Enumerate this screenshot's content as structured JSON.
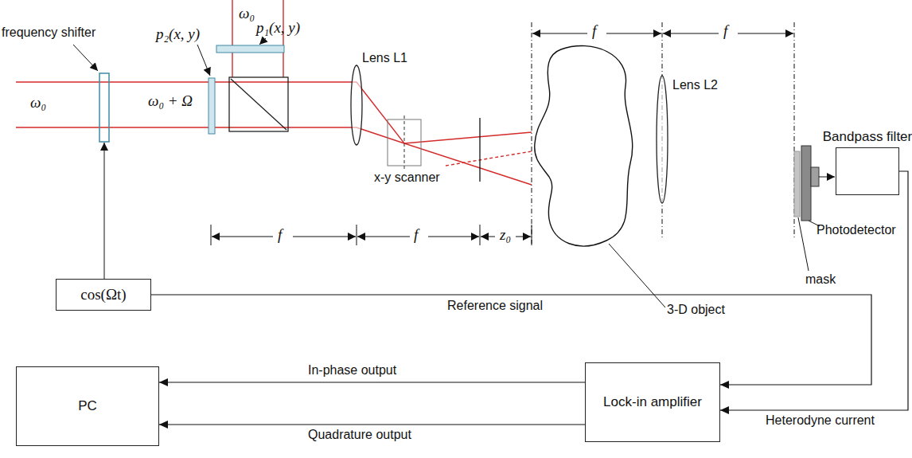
{
  "diagram": {
    "nodes": [
      {
        "text": [
          "Bandpass filter"
        ]
      },
      {
        "text": [
          "cos(Ωt)"
        ]
      },
      {
        "text": [
          "PC"
        ]
      },
      {
        "text": [
          "Lock-in amplifier"
        ]
      }
    ],
    "edges": [
      {
        "from": 1,
        "to": 3,
        "label": "Reference signal",
        "arrow": "to"
      },
      {
        "from": 3,
        "to": 2,
        "label": "In-phase output",
        "arrow": "to"
      },
      {
        "from": 0,
        "to": 3,
        "label": "Heterodyne current",
        "arrow": "to"
      },
      {
        "from": 3,
        "to": 2,
        "label": "Quadrature output",
        "arrow": "to"
      }
    ],
    "labels": [
      "frequency shifter",
      "ω₀",
      "p₂(x, y)",
      "p₁(x, y)",
      "ω₀",
      "ω₀ + Ω",
      "Lens L1",
      "x-y scanner",
      "f",
      "f",
      "z₀",
      "f",
      "f",
      "Lens L2",
      "3-D object",
      "Photodetector",
      "mask"
    ]
  }
}
